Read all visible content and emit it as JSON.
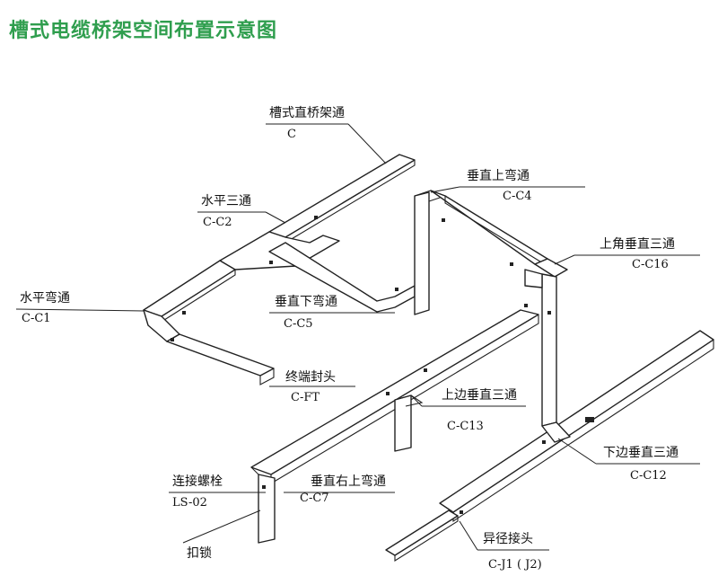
{
  "title": "槽式电缆桥架空间布置示意图",
  "labels": [
    {
      "id": "straight",
      "name": "槽式直桥架通",
      "code": "C"
    },
    {
      "id": "hz-tee",
      "name": "水平三通",
      "code": "C-C2"
    },
    {
      "id": "hz-elbow",
      "name": "水平弯通",
      "code": "C-C1"
    },
    {
      "id": "vert-up-elbow",
      "name": "垂直上弯通",
      "code": "C-C4"
    },
    {
      "id": "up-corner-vert-tee",
      "name": "上角垂直三通",
      "code": "C-C16"
    },
    {
      "id": "vert-down-elbow",
      "name": "垂直下弯通",
      "code": "C-C5"
    },
    {
      "id": "end-cap",
      "name": "终端封头",
      "code": "C-FT"
    },
    {
      "id": "up-side-vert-tee",
      "name": "上边垂直三通",
      "code": "C-C13"
    },
    {
      "id": "down-side-vert-tee",
      "name": "下边垂直三通",
      "code": "C-C12"
    },
    {
      "id": "bolt",
      "name": "连接螺栓",
      "code": "LS-02"
    },
    {
      "id": "vert-right-up-elbow",
      "name": "垂直右上弯通",
      "code": "C-C7"
    },
    {
      "id": "lock",
      "name": "扣锁",
      "code": ""
    },
    {
      "id": "reducer",
      "name": "异径接头",
      "code": "C-J1 ( J2)"
    }
  ]
}
